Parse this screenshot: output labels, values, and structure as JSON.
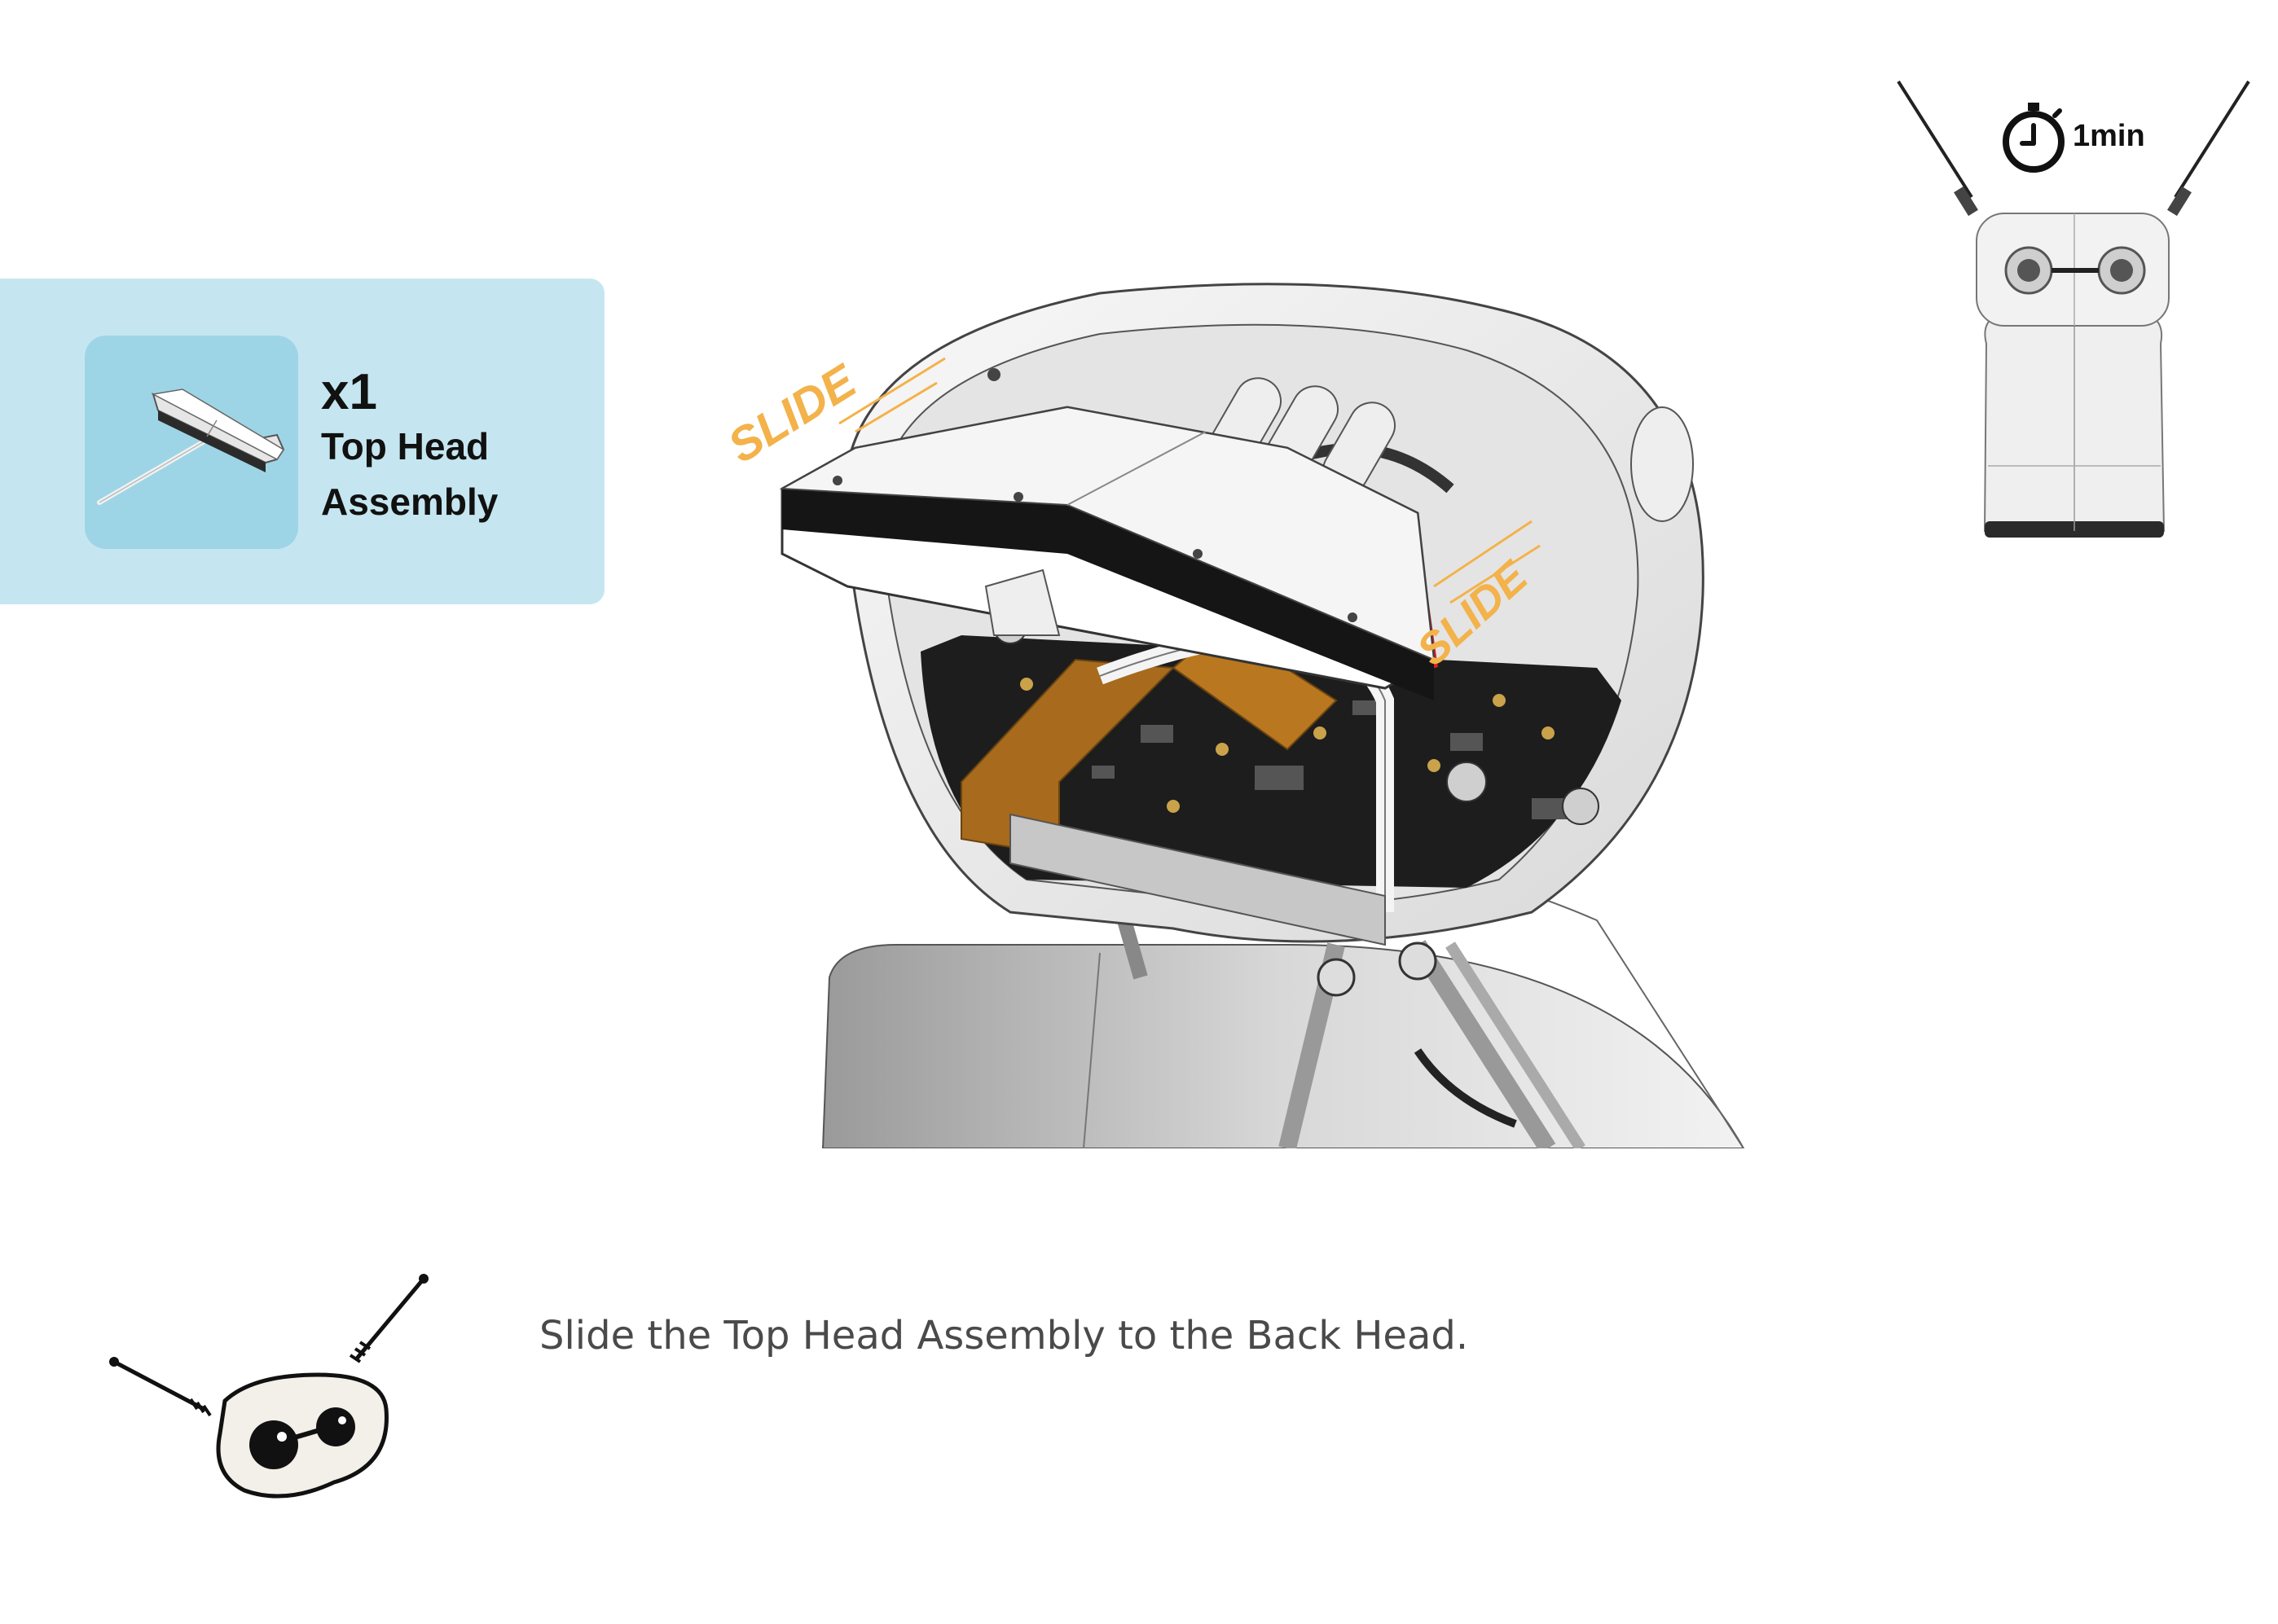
{
  "parts": {
    "quantity": "x1",
    "name": "Top Head Assembly",
    "icon": "top-head-assembly-part"
  },
  "time": {
    "icon": "stopwatch-icon",
    "label": "1min"
  },
  "illustration": {
    "slide_label_left": "SLIDE",
    "slide_label_right": "SLIDE",
    "accent_color": "#f3b24a"
  },
  "instruction": {
    "text": "Slide the Top Head Assembly to the Back Head."
  },
  "colors": {
    "card_bg": "#c5e6f0",
    "thumb_bg": "#9ed5e6"
  }
}
